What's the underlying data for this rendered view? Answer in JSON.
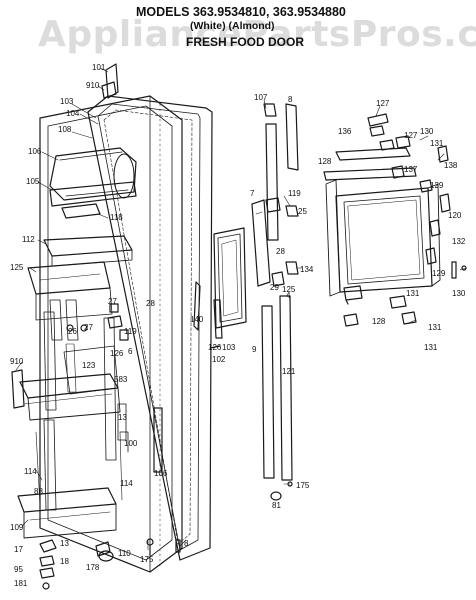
{
  "header": {
    "models_line": "MODELS 363.9534810, 363.9534880",
    "variant_line": "(White)          (Almond)",
    "section_title": "FRESH FOOD DOOR"
  },
  "watermark": "AppliancePartsPros.com",
  "callouts": [
    "101",
    "910",
    "103",
    "104",
    "108",
    "106",
    "105",
    "118",
    "112",
    "125",
    "27",
    "28",
    "26",
    "27",
    "126",
    "6",
    "123",
    "119",
    "583",
    "910",
    "13",
    "100",
    "106",
    "114",
    "114",
    "88",
    "109",
    "17",
    "13",
    "18",
    "95",
    "181",
    "178",
    "175",
    "110",
    "8",
    "140",
    "126",
    "103",
    "102",
    "107",
    "8",
    "7",
    "119",
    "25",
    "28",
    "134",
    "9",
    "29",
    "121",
    "125",
    "4",
    "175",
    "81",
    "127",
    "136",
    "127",
    "130",
    "131",
    "128",
    "137",
    "138",
    "129",
    "120",
    "132",
    "131",
    "130",
    "129",
    "128",
    "131",
    "131"
  ],
  "colors": {
    "line": "#1a1a1a",
    "watermark": "#9a9a9a",
    "background": "#ffffff"
  }
}
